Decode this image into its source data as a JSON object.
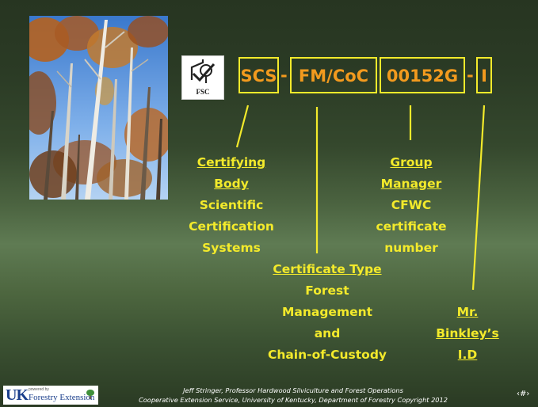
{
  "certificate_code": {
    "parts": [
      "SCS",
      "FM/CoC",
      "00152G",
      "I"
    ],
    "separator": "-",
    "box_color": "#f3ea2b",
    "text_color": "#f29a1e"
  },
  "fsc_logo": {
    "text": "FSC",
    "icon": "fsc-tree-check-icon"
  },
  "labels": {
    "certifying_body": {
      "heading": [
        "Certifying",
        "Body"
      ],
      "detail": [
        "Scientific",
        "Certification",
        "Systems"
      ]
    },
    "group_manager": {
      "heading": [
        "Group",
        "Manager"
      ],
      "detail": [
        "CFWC",
        "certificate",
        "number"
      ]
    },
    "certificate_type": {
      "heading": [
        "Certificate Type"
      ],
      "detail": [
        "Forest",
        "Management",
        "and",
        "Chain-of-Custody"
      ]
    },
    "binkley_id": {
      "heading": [
        "Mr.",
        "Binkley’s",
        "I.D"
      ]
    },
    "label_color": "#f3ea2b"
  },
  "photo": {
    "icon": "forest-trees-photo"
  },
  "footer": {
    "logo": {
      "uk": "UK",
      "powered_by": "powered by",
      "extension": "Forestry Extension"
    },
    "credit_line1": "Jeff Stringer, Professor Hardwood Silviculture and Forest Operations",
    "credit_line2": "Cooperative Extension  Service, University of Kentucky, Department of Forestry  Copyright 2012",
    "slide_number": "‹#›"
  }
}
